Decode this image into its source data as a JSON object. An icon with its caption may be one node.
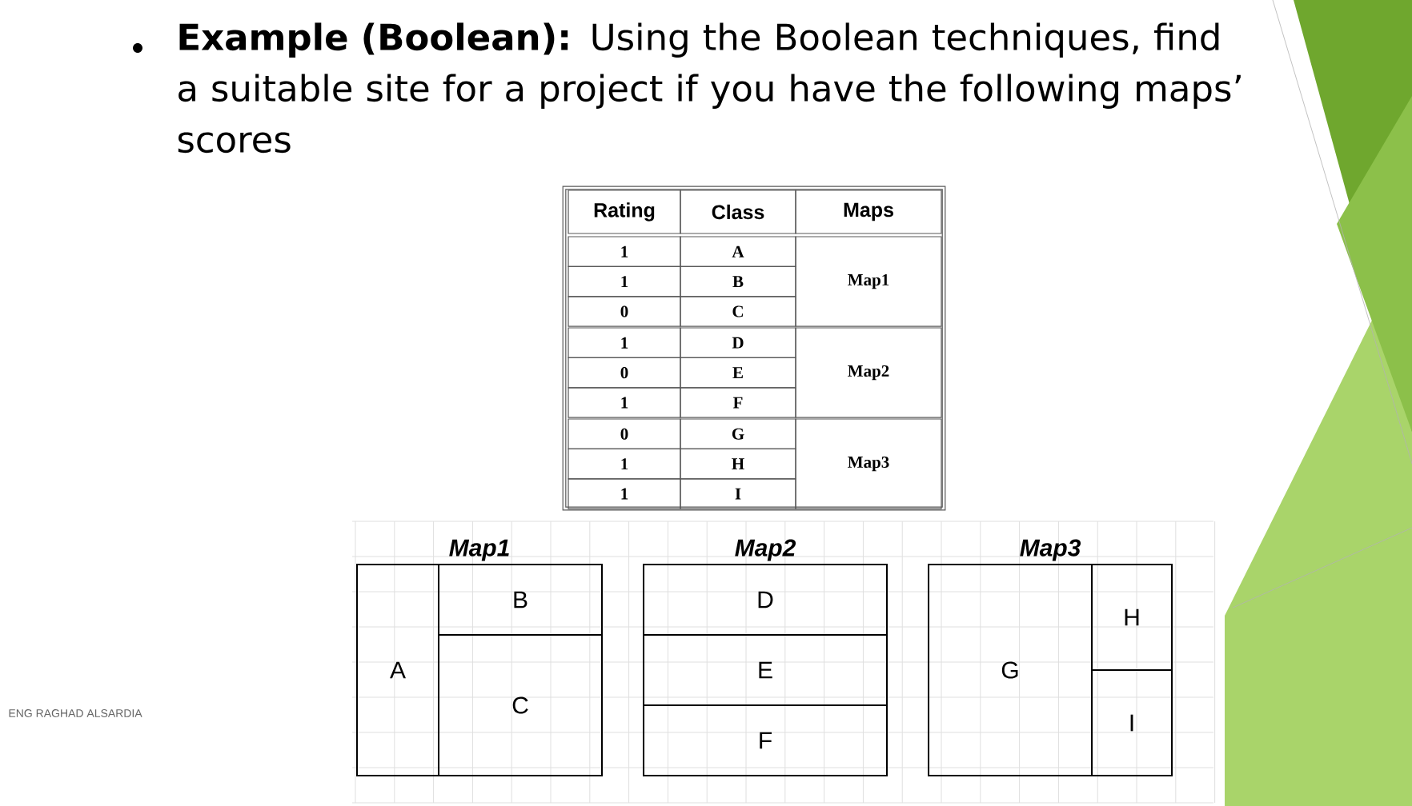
{
  "diagram": {
    "title": "**Example (Boolean):** Using the Boolean techniques, find a suitable site for a project if you have the following maps’ scores",
    "nodes": [
      {
        "text": [
          "Map1"
        ]
      },
      {
        "text": [
          "A"
        ],
        "in": 0
      },
      {
        "text": [
          "B"
        ],
        "in": 0
      },
      {
        "text": [
          "C"
        ],
        "in": 0
      },
      {
        "text": [
          "Map2"
        ]
      },
      {
        "text": [
          "D"
        ],
        "in": 4
      },
      {
        "text": [
          "E"
        ],
        "in": 4
      },
      {
        "text": [
          "F"
        ],
        "in": 4
      },
      {
        "text": [
          "Map3"
        ]
      },
      {
        "text": [
          "G"
        ],
        "in": 8
      },
      {
        "text": [
          "H"
        ],
        "in": 8
      },
      {
        "text": [
          "I"
        ],
        "in": 8
      }
    ],
    "labels": [
      "Rating",
      "Class",
      "Maps",
      "1",
      "A",
      "1",
      "B",
      "Map1",
      "0",
      "C",
      "1",
      "D",
      "0",
      "E",
      "Map2",
      "1",
      "F",
      "0",
      "G",
      "1",
      "H",
      "Map3",
      "1",
      "I",
      "ENG RAGHAD ALSARDIA"
    ]
  }
}
